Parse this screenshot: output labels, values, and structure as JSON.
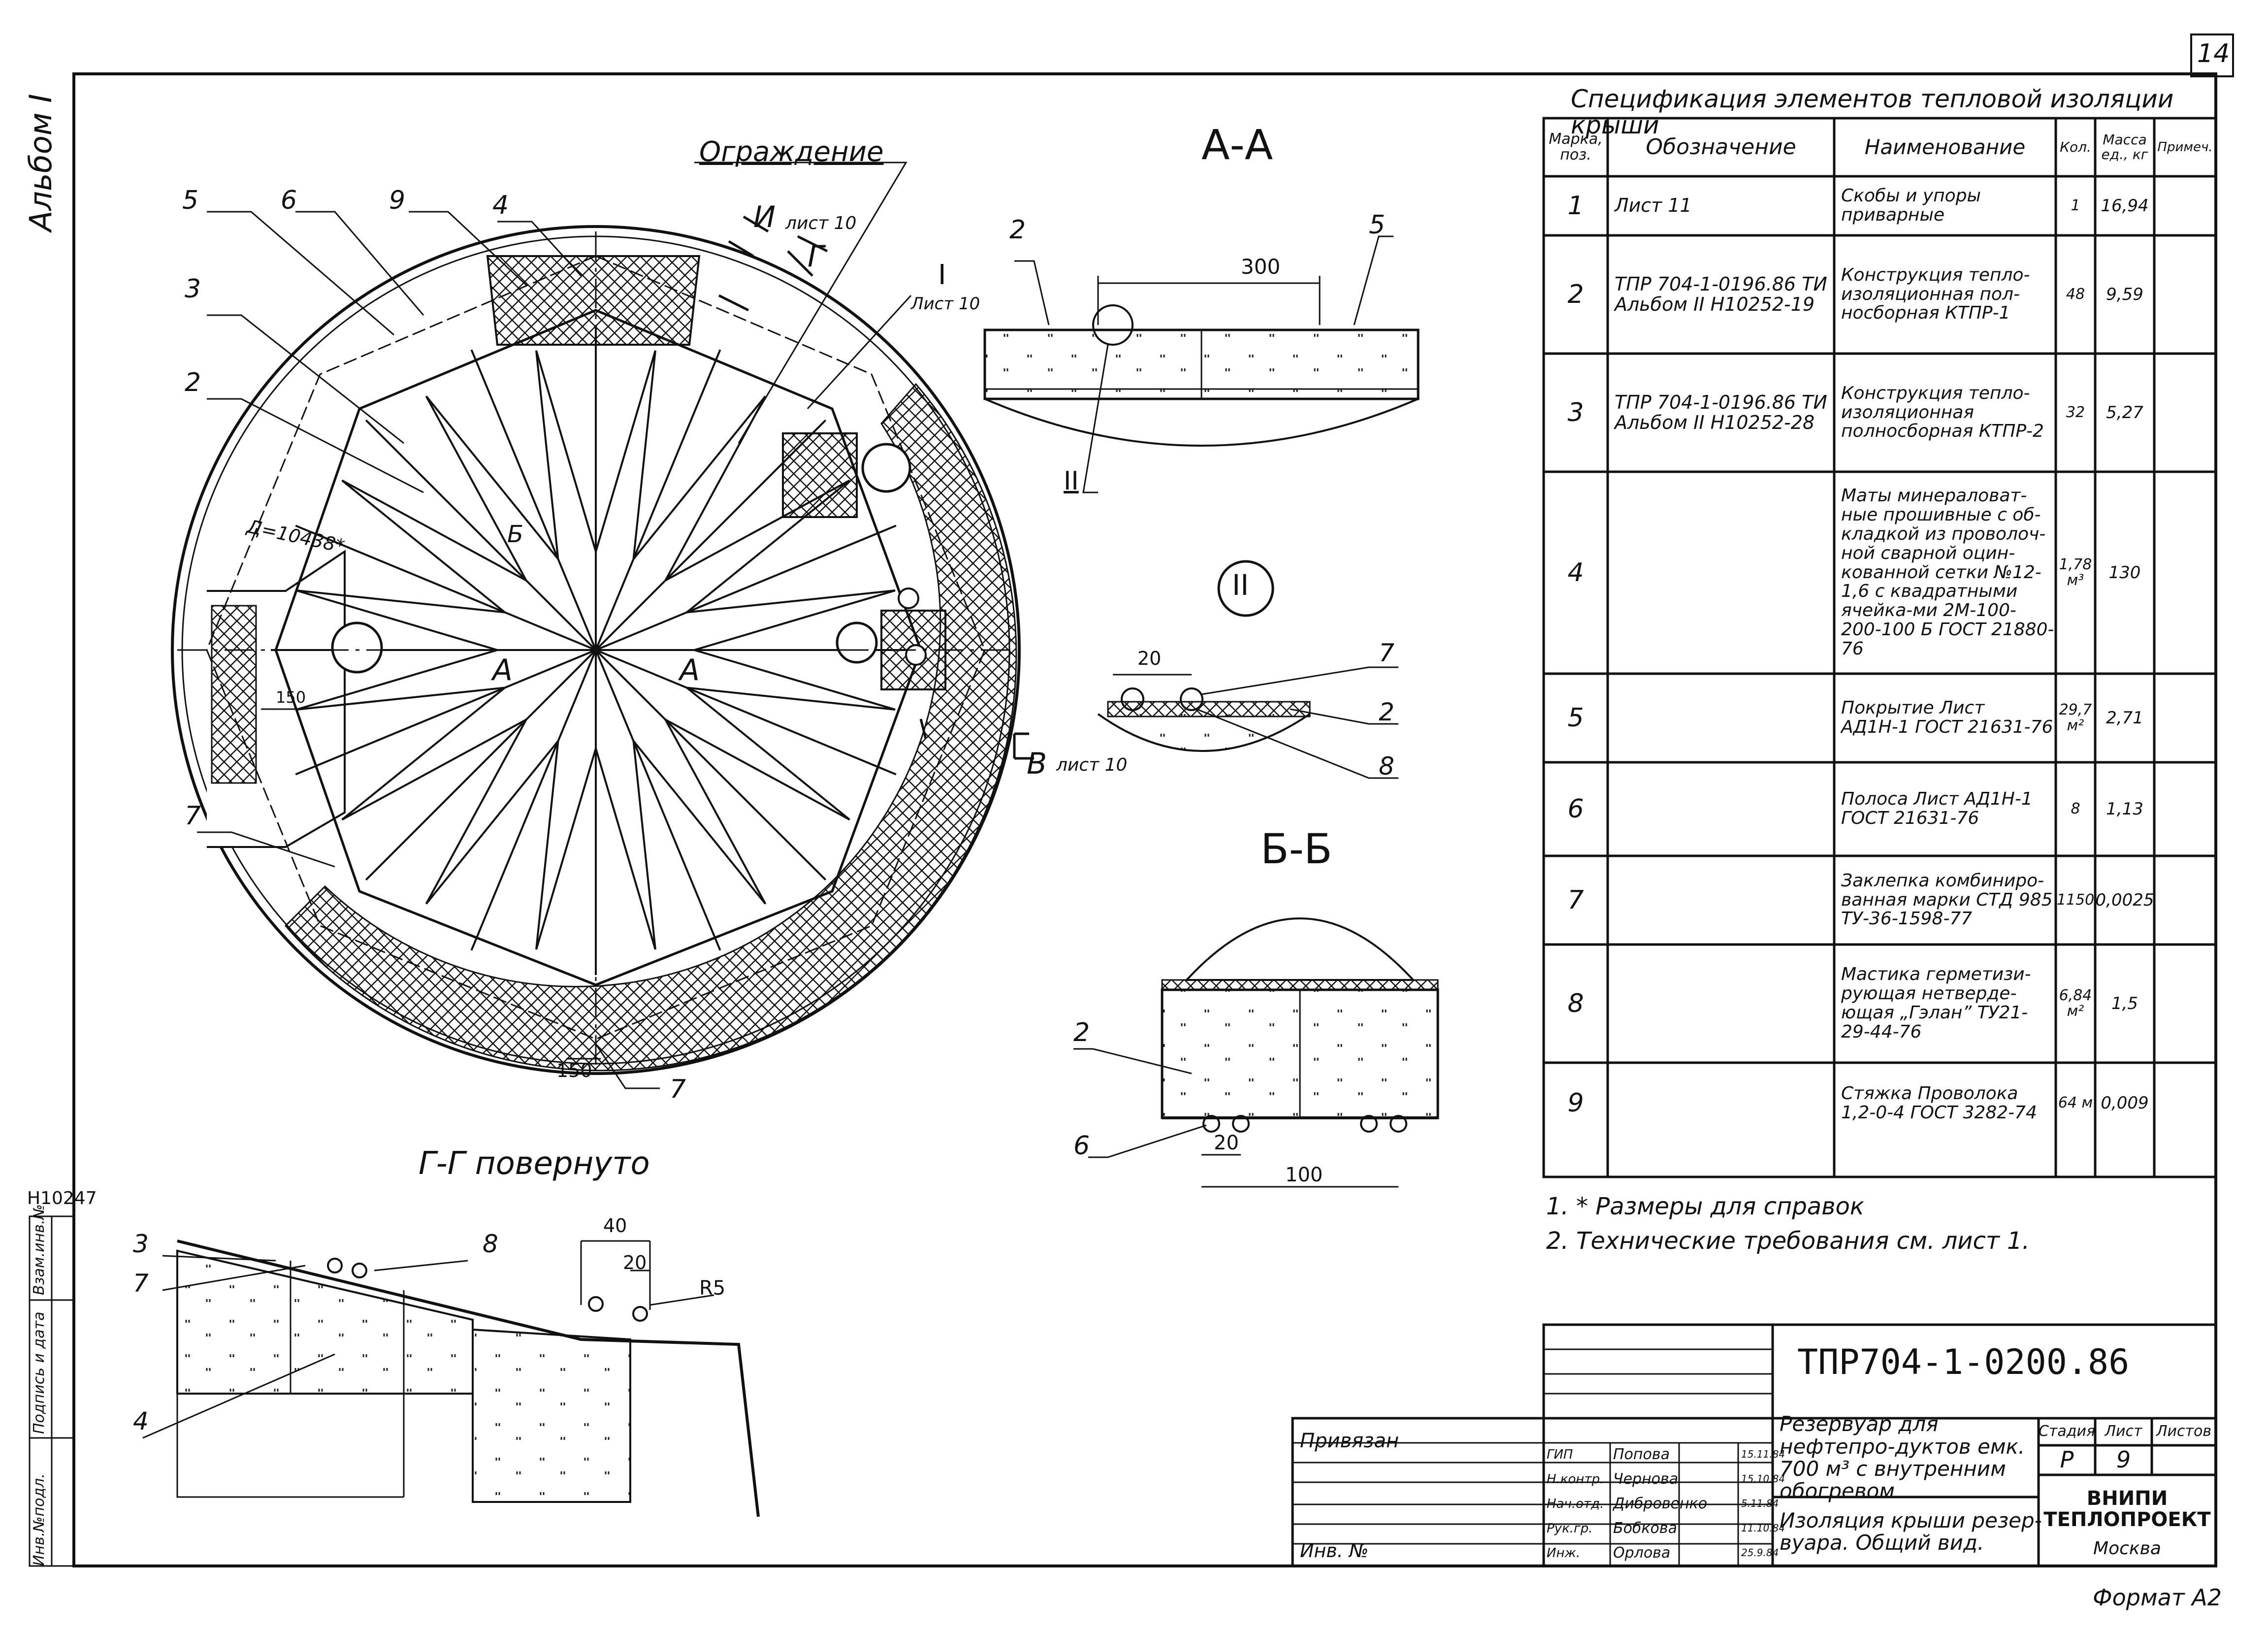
{
  "page": {
    "sheet_number": "14",
    "album": "Альбом I",
    "format": "Формат А2",
    "archive_no": "Н10247"
  },
  "side_stamp": {
    "cells": [
      "Инв.№подл.",
      "Подпись и дата",
      "Взам.инв.№"
    ]
  },
  "plan": {
    "fence_label": "Ограждение",
    "diameter_label": "Д=10438*",
    "position_labels": [
      "5",
      "6",
      "9",
      "4",
      "3",
      "2",
      "7",
      "7"
    ],
    "section_marks": {
      "i_ref": "И",
      "i_sheet": "лист 10",
      "g": "Г",
      "one": "I",
      "one_sheet": "Лист 10",
      "b": "Б",
      "a": "А",
      "v": "В",
      "v_sheet": "лист 10"
    },
    "dims": {
      "d150_left": "150",
      "d150_bottom": "150"
    }
  },
  "section_aa": {
    "title": "А-А",
    "labels": [
      "2",
      "5"
    ],
    "dim_300": "300",
    "detail": "II"
  },
  "detail_2": {
    "title": "II",
    "dim_20": "20",
    "labels": [
      "7",
      "2",
      "8"
    ]
  },
  "section_bb": {
    "title": "Б-Б",
    "labels": [
      "2",
      "6"
    ],
    "dim_20": "20",
    "dim_100": "100"
  },
  "section_gg": {
    "title": "Г-Г повернуто",
    "labels": [
      "3",
      "7",
      "8",
      "4"
    ],
    "dim_40": "40",
    "dim_20": "20",
    "r5": "R5"
  },
  "spec": {
    "title": "Спецификация элементов тепловой изоляции крыши",
    "headers": [
      "Марка, поз.",
      "Обозначение",
      "Наименование",
      "Кол.",
      "Масса ед., кг",
      "Примеч."
    ],
    "rows": [
      {
        "pos": "1",
        "code": "Лист 11",
        "name": "Скобы и упоры приварные",
        "qty": "1",
        "mass": "16,94"
      },
      {
        "pos": "2",
        "code": "ТПР 704-1-0196.86 ТИ Альбом II Н10252-19",
        "name": "Конструкция тепло-изоляционная пол-носборная КТПР-1",
        "qty": "48",
        "mass": "9,59"
      },
      {
        "pos": "3",
        "code": "ТПР 704-1-0196.86 ТИ Альбом II Н10252-28",
        "name": "Конструкция тепло-изоляционная полносборная КТПР-2",
        "qty": "32",
        "mass": "5,27"
      },
      {
        "pos": "4",
        "code": "",
        "name": "Маты минераловат-ные прошивные с об-кладкой из проволоч-ной сварной оцин-кованной сетки №12-1,6 с квадратными ячейка-ми 2М-100-200-100 Б ГОСТ 21880-76",
        "qty": "1,78 м³",
        "mass": "130"
      },
      {
        "pos": "5",
        "code": "",
        "name": "Покрытие Лист АД1Н-1 ГОСТ 21631-76",
        "qty": "29,7 м²",
        "mass": "2,71"
      },
      {
        "pos": "6",
        "code": "",
        "name": "Полоса Лист АД1Н-1 ГОСТ 21631-76",
        "qty": "8",
        "mass": "1,13"
      },
      {
        "pos": "7",
        "code": "",
        "name": "Заклепка комбиниро-ванная марки СТД 985 ТУ-36-1598-77",
        "qty": "1150",
        "mass": "0,0025"
      },
      {
        "pos": "8",
        "code": "",
        "name": "Мастика герметизи-рующая нетверде-ющая „Гэлан” ТУ21-29-44-76",
        "qty": "6,84 м²",
        "mass": "1,5"
      },
      {
        "pos": "9",
        "code": "",
        "name": "Стяжка Проволока 1,2-0-4 ГОСТ 3282-74",
        "qty": "64 м",
        "mass": "0,009"
      }
    ]
  },
  "notes": [
    "1. * Размеры для справок",
    "2. Технические требования см. лист 1."
  ],
  "title_block": {
    "doc_code": "ТПР704-1-0200.86",
    "privyazan": "Привязан",
    "inv": "Инв. №",
    "object": "Резервуар для нефтепро-дуктов емк. 700 м³ с внутренним обогревом",
    "sheet_title": "Изоляция крыши резер-вуара. Общий вид.",
    "stage_h": "Стадия",
    "sheet_h": "Лист",
    "sheets_h": "Листов",
    "stage": "Р",
    "sheet": "9",
    "sheets": "",
    "org": "ВНИПИ ТЕПЛОПРОЕКТ",
    "city": "Москва",
    "staff": [
      {
        "role": "ГИП",
        "name": "Попова",
        "date": "15.11.84"
      },
      {
        "role": "Н.контр.",
        "name": "Чернова",
        "date": "15.10.84"
      },
      {
        "role": "Нач.отд.",
        "name": "Дибровенко",
        "date": "5.11.84"
      },
      {
        "role": "Рук.гр.",
        "name": "Бобкова",
        "date": "11.10.84"
      },
      {
        "role": "Инж.",
        "name": "Орлова",
        "date": "25.9.84"
      }
    ]
  }
}
